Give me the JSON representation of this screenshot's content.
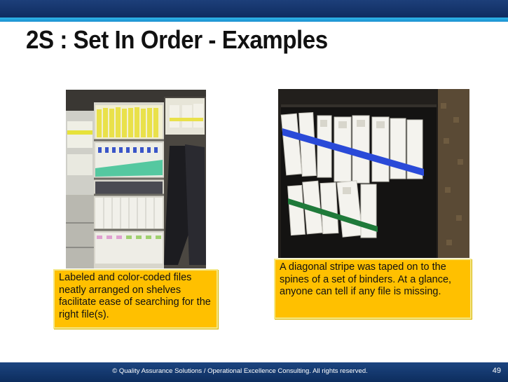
{
  "slide": {
    "title": "2S : Set In Order - Examples",
    "footer": "© Quality Assurance Solutions / Operational Excellence Consulting.  All rights reserved.",
    "page_number": "49"
  },
  "examples": [
    {
      "image": "shelves-with-labeled-color-coded-files-photo",
      "caption": "Labeled and color-coded files neatly arranged on shelves facilitate ease of searching for the right file(s)."
    },
    {
      "image": "binders-with-diagonal-stripe-photo",
      "caption": "A diagonal stripe was taped on to the spines of a set of binders. At a glance, anyone can tell if any file is missing."
    }
  ],
  "colors": {
    "header": "#0f2c61",
    "accent": "#2fb6e8",
    "caption_fill": "#ffc000",
    "stripe_blue": "#2a4ad8",
    "stripe_green": "#1f7a3a"
  }
}
